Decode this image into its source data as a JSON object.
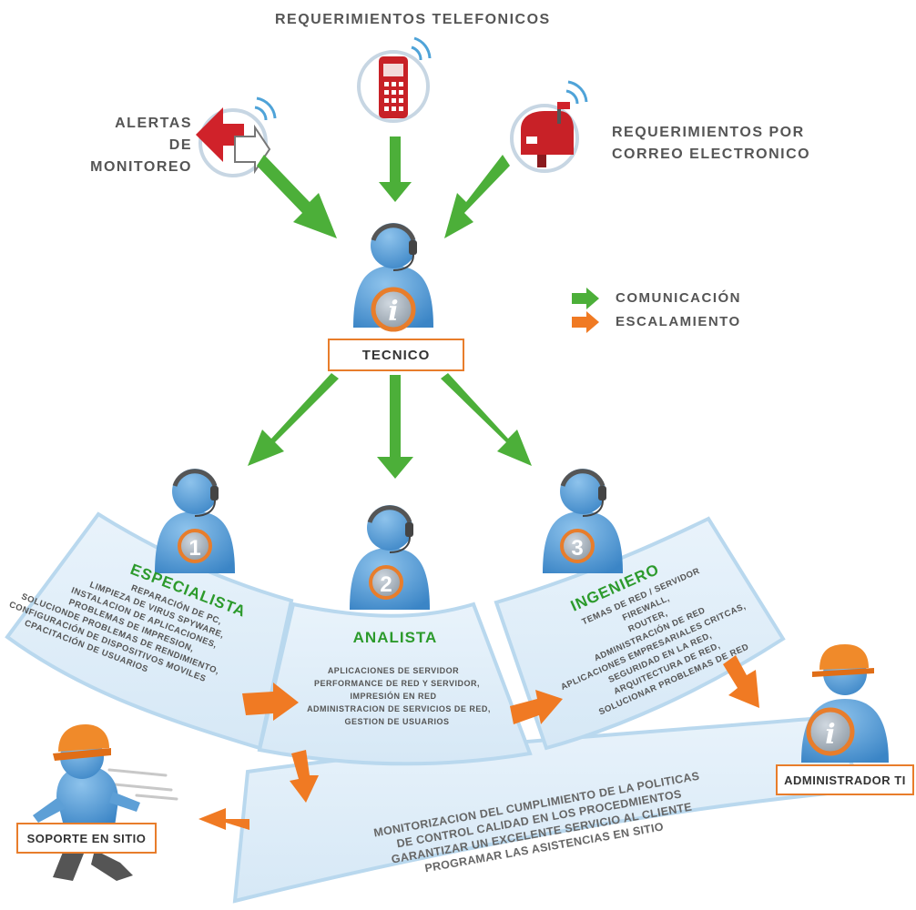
{
  "sources": {
    "phone": "REQUERIMIENTOS TELEFONICOS",
    "alerts": [
      "ALERTAS DE",
      "MONITOREO"
    ],
    "email": [
      "REQUERIMIENTOS POR",
      "CORREO ELECTRONICO"
    ]
  },
  "legend": {
    "communication": "COMUNICACIÓN",
    "escalation": "ESCALAMIENTO",
    "communication_color": "#4caf39",
    "escalation_color": "#f07a23"
  },
  "tecnico": "TECNICO",
  "levels": {
    "specialist": {
      "number": "1",
      "title": "ESPECIALISTA",
      "items": [
        "REPARACIÓN DE PC,",
        "LIMPIEZA DE VIRUS SPYWARE,",
        "INSTALACION DE APLICACIONES,",
        "PROBLEMAS DE IMPRESION,",
        "SOLUCIONDE PROBLEMAS DE RENDIMIENTO,",
        "CONFIGURACIÓN DE DISPOSITIVOS MOVILES",
        "CPACITACIÓN DE USUARIOS"
      ]
    },
    "analyst": {
      "number": "2",
      "title": "ANALISTA",
      "items": [
        "APLICACIONES DE SERVIDOR",
        "PERFORMANCE DE RED Y SERVIDOR,",
        "IMPRESIÓN EN RED",
        "ADMINISTRACION DE SERVICIOS DE RED,",
        "GESTION DE USUARIOS"
      ]
    },
    "engineer": {
      "number": "3",
      "title": "INGENIERO",
      "items": [
        "TEMAS DE RED / SERVIDOR",
        "FIREWALL,",
        "ROUTER,",
        "ADMINISTRACIÓN DE RED",
        "APLICACIONES EMPRESARIALES CRITCAS,",
        "SEGURIDAD EN LA RED,",
        "ARQUITECTURA DE RED,",
        "SOLUCIONAR PROBLEMAS DE RED"
      ]
    }
  },
  "admin": "ADMINISTRADOR TI",
  "onsite": "SOPORTE EN SITIO",
  "bottom_lines": [
    "MONITORIZACION DEL CUMPLIMIENTO DE LA POLITICAS",
    "DE CONTROL CALIDAD EN LOS PROCEDMIENTOS",
    "GARANTIZAR UN EXCELENTE SERVICIO AL CLIENTE",
    "PROGRAMAR LAS ASISTENCIAS EN SITIO"
  ]
}
